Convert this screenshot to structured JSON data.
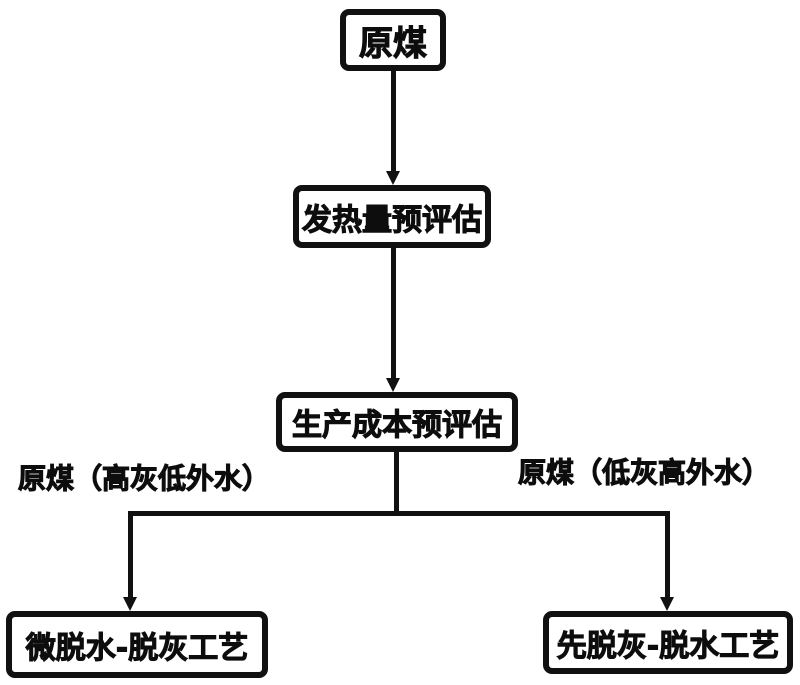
{
  "diagram": {
    "title": "coal-processing-selection-flowchart",
    "nodes": {
      "raw_coal": {
        "label": "原煤"
      },
      "calorific": {
        "label": "发热量预评估"
      },
      "cost": {
        "label": "生产成本预评估"
      },
      "left_process": {
        "label": "微脱水-脱灰工艺"
      },
      "right_process": {
        "label": "先脱灰-脱水工艺"
      }
    },
    "branch_labels": {
      "left": "原煤（高灰低外水）",
      "right": "原煤（低灰高外水）"
    },
    "colors": {
      "line": "#111111",
      "background": "#ffffff",
      "text": "#0d0d0d"
    }
  }
}
